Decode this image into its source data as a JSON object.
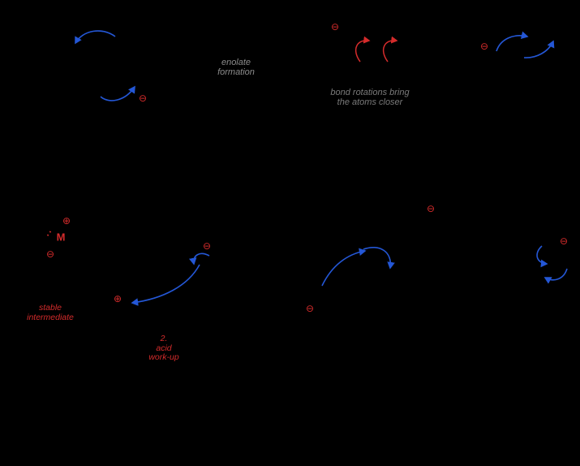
{
  "diagram": {
    "title": "reaction-mechanism-scheme",
    "symbols": {
      "minus_charge": "⊖",
      "plus_charge": "⊕",
      "metal": "M",
      "metal_dots": "··"
    },
    "labels": {
      "enolate_line1": "enolate",
      "enolate_line2": "formation",
      "rotation_line1": "bond rotations bring",
      "rotation_line2": "the atoms closer",
      "stable_line1": "stable",
      "stable_line2": "intermediate",
      "workup_line1": "2.",
      "workup_line2": "acid",
      "workup_line3": "work-up"
    },
    "colors": {
      "background": "#000000",
      "arrow_blue": "#2457d6",
      "arrow_red": "#d42b2b",
      "charge_red": "#d42b2b",
      "text_gray": "#8b8b8b",
      "text_red": "#d42b2b"
    }
  }
}
